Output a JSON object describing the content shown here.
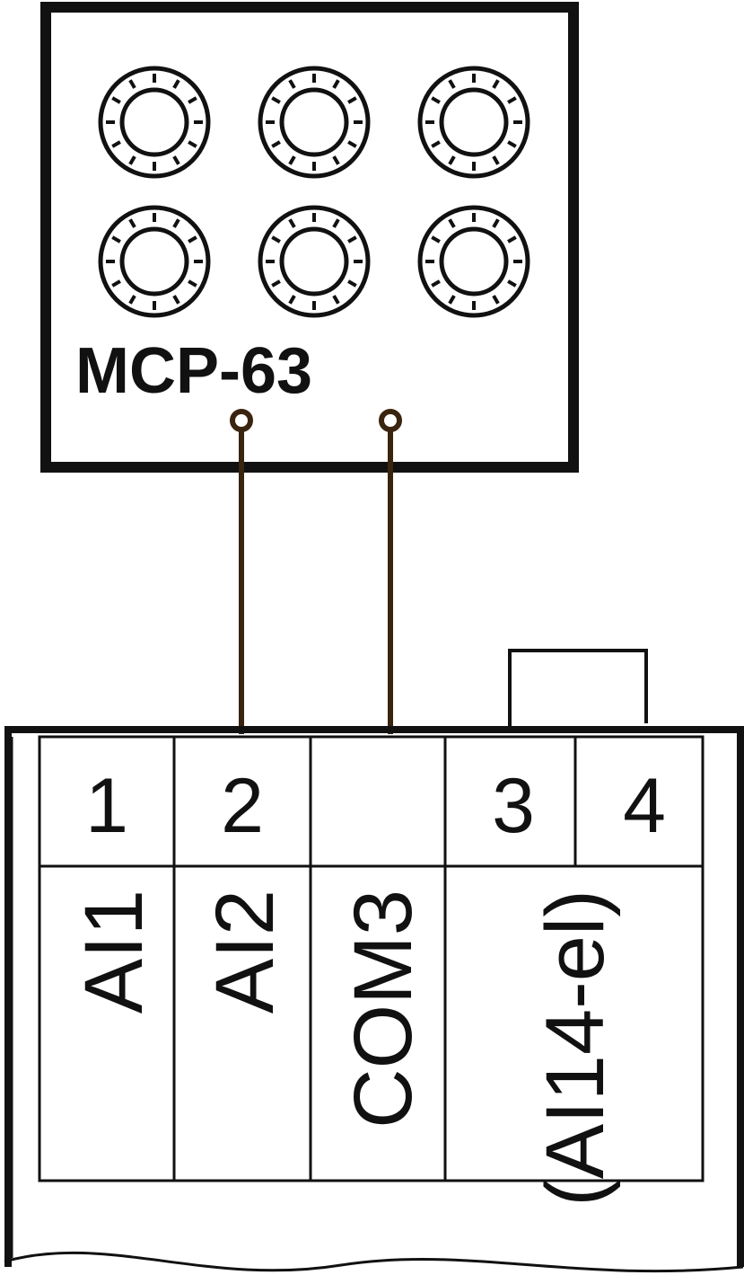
{
  "device": {
    "name": "MCP-63",
    "connector_count": 6,
    "frame_color": "#111111",
    "wire_color": "#3a2410"
  },
  "terminal_block": {
    "numbers": {
      "t1": "1",
      "t2": "2",
      "t3": "3",
      "t4": "4"
    },
    "labels": {
      "ai1": "AI1",
      "ai2": "AI2",
      "com3": "COM3",
      "ai14": "(AI14-el)"
    },
    "jumper": "terminals 3-4"
  }
}
